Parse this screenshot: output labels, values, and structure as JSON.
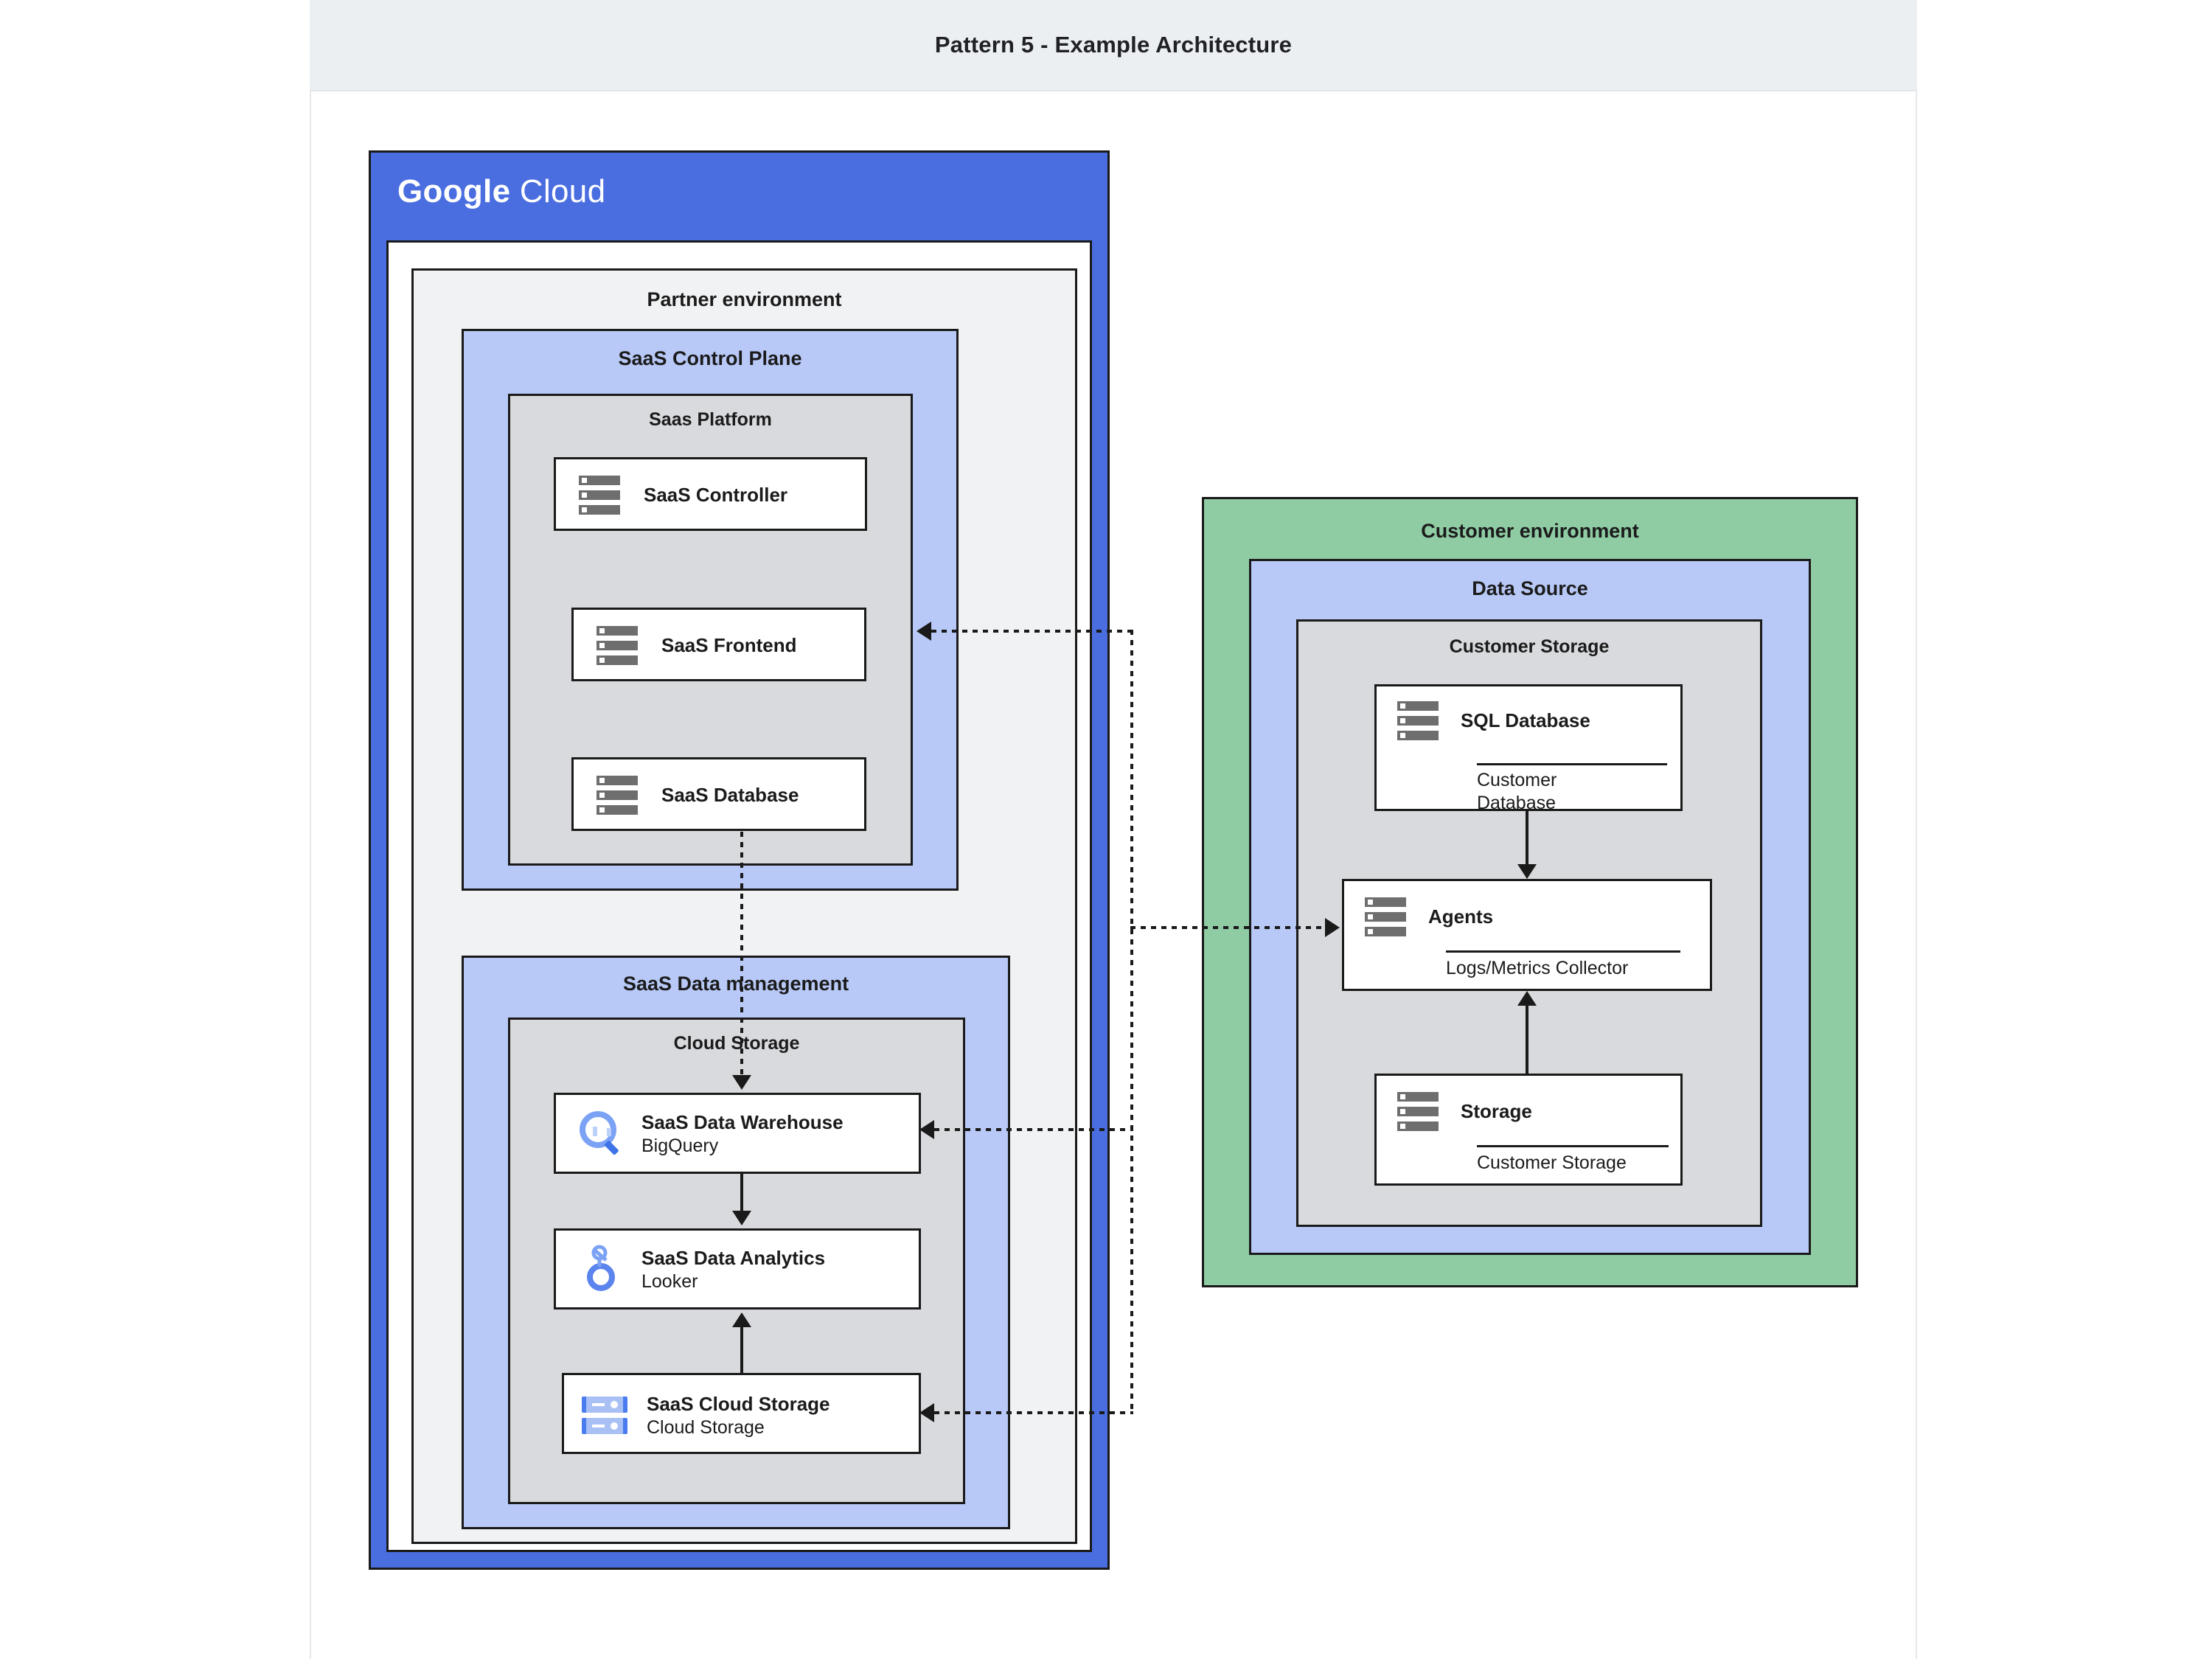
{
  "header": {
    "title": "Pattern 5 - Example Architecture"
  },
  "colors": {
    "header_bg": "#eceff1",
    "gcp_blue": "#4a6ee0",
    "group_blue": "#b8c9f7",
    "group_green": "#8fcca4",
    "panel_gray": "#d9dadd",
    "env_gray": "#f1f2f4",
    "node_white": "#ffffff",
    "stroke": "#1a1a1a",
    "icon_gray": "#6e6e6e",
    "icon_blue_light": "#a9c0f5",
    "icon_blue": "#4a7cf0"
  },
  "cloud": {
    "brand_bold": "Google",
    "brand_light": "Cloud"
  },
  "groups": {
    "partner_environment": "Partner environment",
    "saas_control_plane": "SaaS Control Plane",
    "saas_platform": "Saas Platform",
    "saas_data_management": "SaaS Data management",
    "cloud_storage": "Cloud Storage",
    "customer_environment": "Customer environment",
    "data_source": "Data Source",
    "customer_storage": "Customer Storage"
  },
  "nodes": {
    "saas_controller": {
      "title": "SaaS Controller",
      "icon": "server-icon"
    },
    "saas_frontend": {
      "title": "SaaS Frontend",
      "icon": "server-icon"
    },
    "saas_database": {
      "title": "SaaS Database",
      "icon": "server-icon"
    },
    "saas_data_warehouse": {
      "title": "SaaS Data Warehouse",
      "subtitle": "BigQuery",
      "icon": "bigquery-icon"
    },
    "saas_data_analytics": {
      "title": "SaaS Data Analytics",
      "subtitle": "Looker",
      "icon": "looker-icon"
    },
    "saas_cloud_storage": {
      "title": "SaaS Cloud Storage",
      "subtitle": "Cloud Storage",
      "icon": "cloud-storage-icon"
    },
    "sql_database": {
      "title": "SQL Database",
      "footer_line1": "Customer",
      "footer_line2": "Database",
      "icon": "server-icon"
    },
    "agents": {
      "title": "Agents",
      "footer_line1": "Logs/Metrics Collector",
      "icon": "server-icon"
    },
    "storage": {
      "title": "Storage",
      "footer_line1": "Customer Storage",
      "icon": "server-icon"
    }
  }
}
